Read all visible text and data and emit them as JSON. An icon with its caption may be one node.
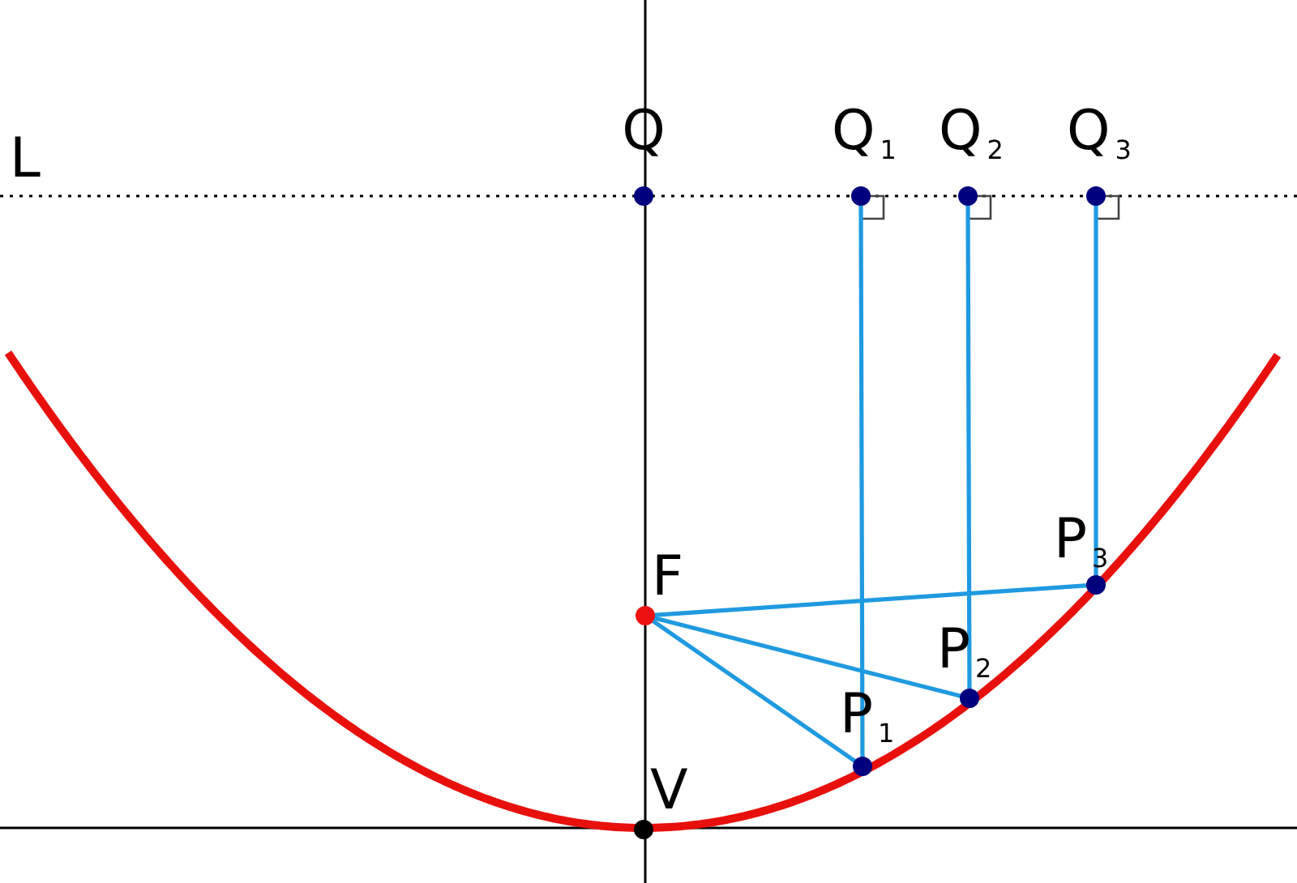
{
  "diagram": {
    "nodes": [
      {
        "text": [
          "Q"
        ]
      },
      {
        "text": [
          "Q$_{1}$"
        ]
      },
      {
        "text": [
          "Q$_{2}$"
        ]
      },
      {
        "text": [
          "Q$_{3}$"
        ]
      },
      {
        "text": [
          "F"
        ]
      },
      {
        "text": [
          "P$_{3}$"
        ]
      },
      {
        "text": [
          "P$_{2}$"
        ]
      },
      {
        "text": [
          "P$_{1}$"
        ]
      },
      {
        "text": [
          "V"
        ]
      }
    ],
    "edges": [
      {
        "from": 1,
        "to": 7,
        "arrow": "none"
      },
      {
        "from": 2,
        "to": 6,
        "arrow": "none"
      },
      {
        "from": 3,
        "to": 5,
        "arrow": "none"
      },
      {
        "from": 4,
        "to": 7,
        "arrow": "none"
      },
      {
        "from": 4,
        "to": 6,
        "arrow": "none"
      },
      {
        "from": 4,
        "to": 5,
        "arrow": "none"
      }
    ],
    "labels": [
      "L"
    ]
  }
}
